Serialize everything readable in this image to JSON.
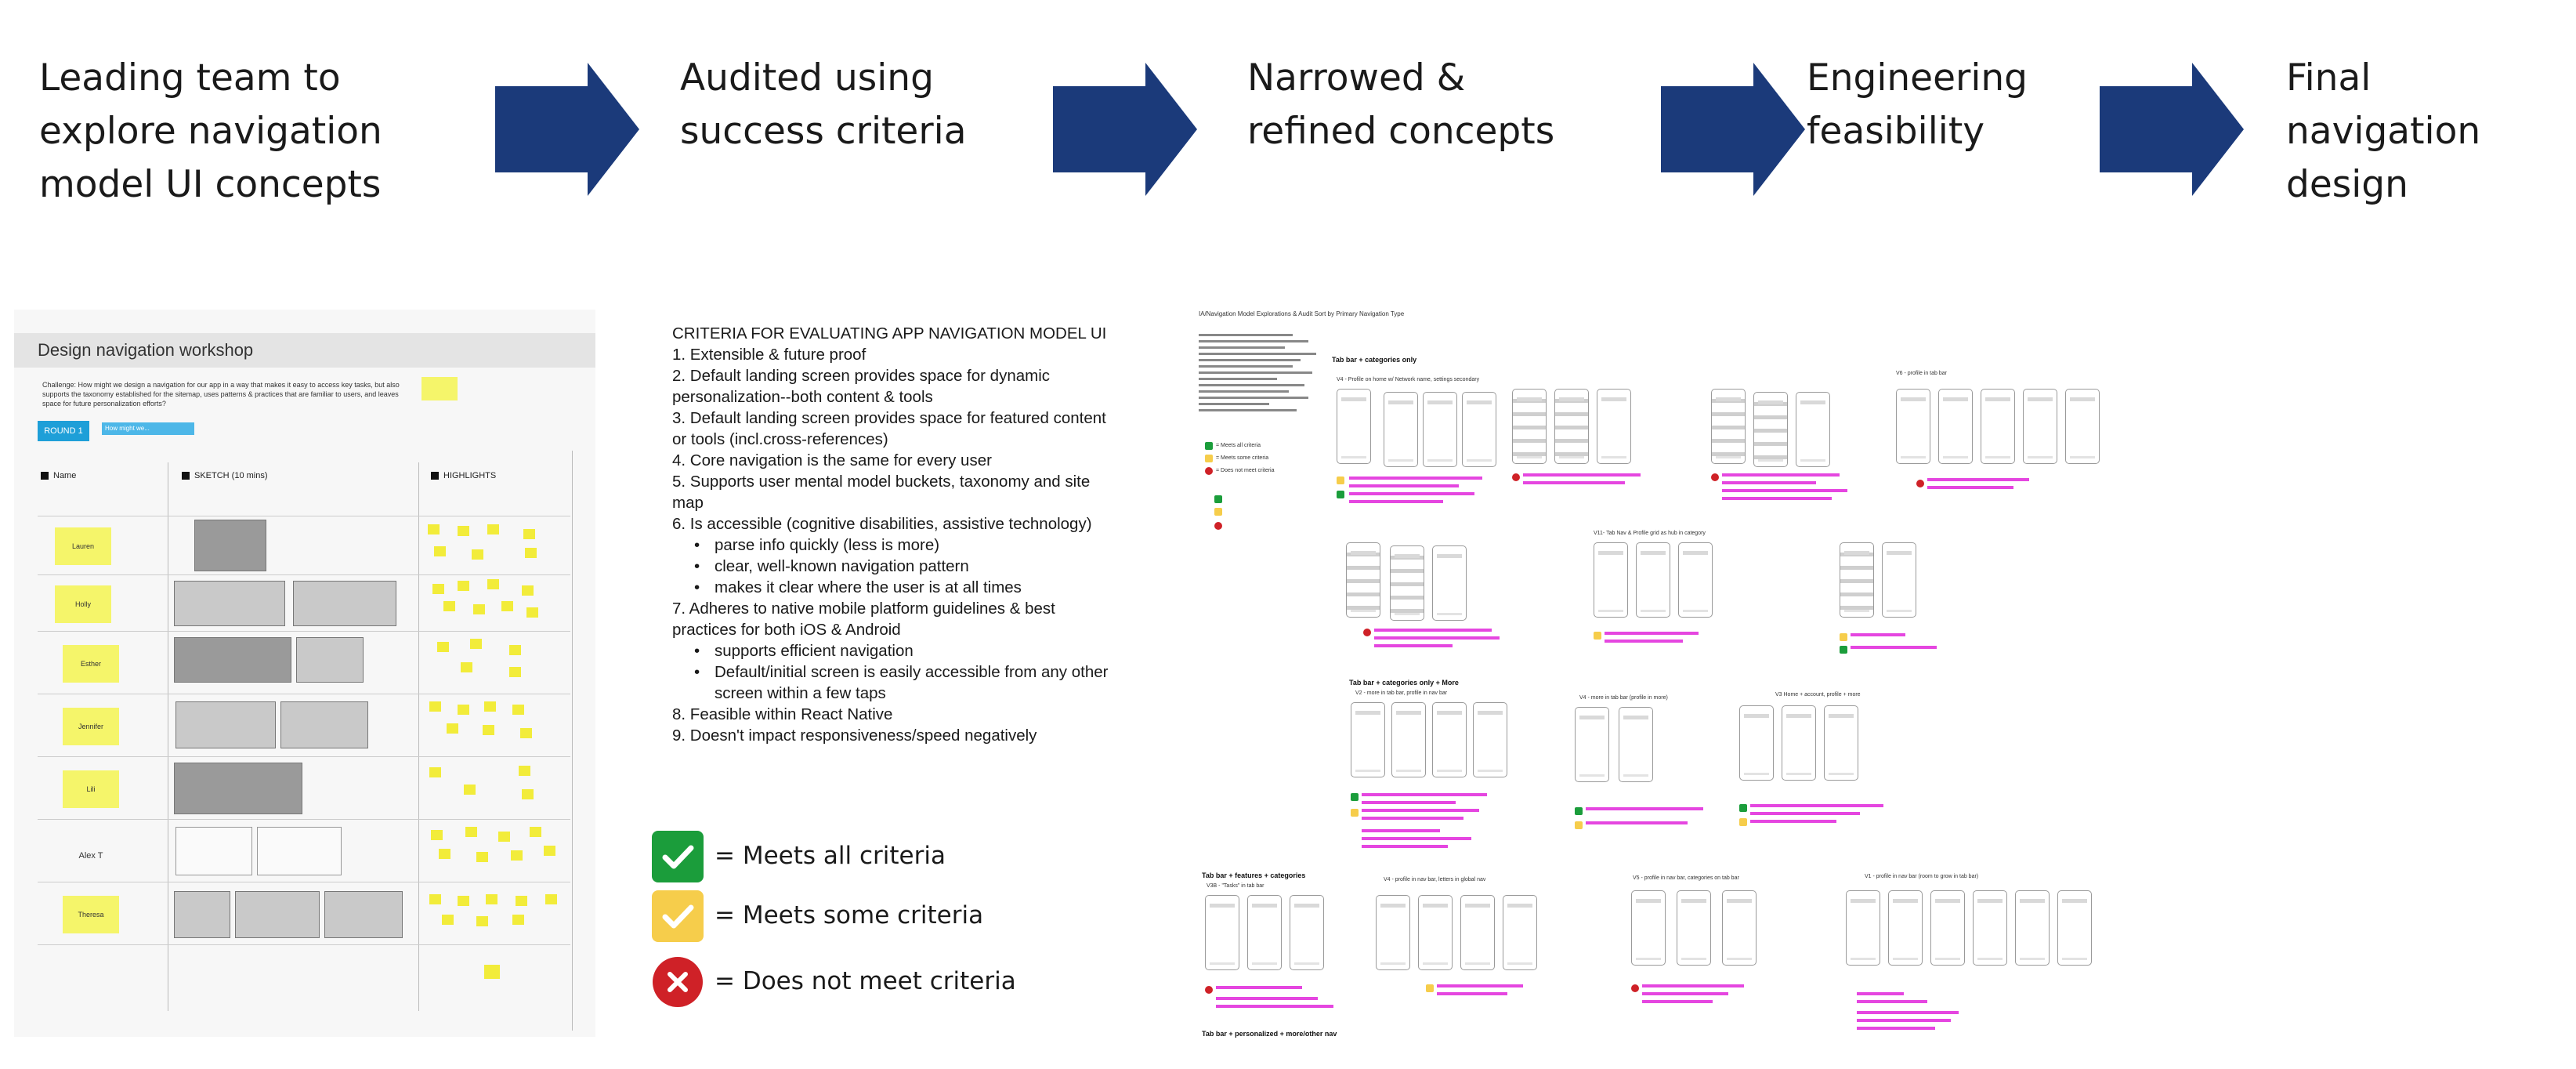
{
  "process_steps": [
    {
      "text": "Leading team to\nexplore navigation\nmodel UI concepts"
    },
    {
      "text": "Audited using\nsuccess criteria"
    },
    {
      "text": "Narrowed &\nrefined concepts"
    },
    {
      "text": "Engineering\nfeasibility"
    },
    {
      "text": "Final navigation\ndesign"
    }
  ],
  "colors": {
    "arrow": "#1b3a7a",
    "meets_all": "#1b9d3b",
    "meets_some": "#f6cd4b",
    "does_not_meet": "#cf2127",
    "sticky_note": "#f5f56a",
    "round_tag": "#1e9fd8",
    "annotation_text": "#e546e0"
  },
  "workshop": {
    "title": "Design navigation workshop",
    "challenge": "Challenge: How might we design a navigation for our app in a way that makes it easy to access key tasks, but also supports the taxonomy established for the sitemap, uses patterns & practices that are familiar to users, and leaves space for future personalization efforts?",
    "round_label": "ROUND 1",
    "hmw_label": "How might we...",
    "columns": [
      {
        "num": "1",
        "label": "Name"
      },
      {
        "num": "2",
        "label": "SKETCH (10 mins)"
      },
      {
        "num": "3",
        "label": "HIGHLIGHTS"
      }
    ],
    "participants": [
      "Lauren",
      "Holly",
      "Esther",
      "Jennifer",
      "Lili",
      "Alex T",
      "Theresa"
    ]
  },
  "criteria": {
    "title": "CRITERIA FOR EVALUATING APP NAVIGATION MODEL UI",
    "items": [
      {
        "text": "1. Extensible & future proof",
        "subs": []
      },
      {
        "text": "2. Default landing screen provides space for dynamic personalization--both content & tools",
        "subs": []
      },
      {
        "text": "3. Default landing screen provides space for featured content or tools (incl.cross-references)",
        "subs": []
      },
      {
        "text": "4. Core navigation is the same for every user",
        "subs": []
      },
      {
        "text": "5. Supports user mental model buckets, taxonomy and site map",
        "subs": []
      },
      {
        "text": "6. Is accessible (cognitive disabilities, assistive technology)",
        "subs": [
          "parse info quickly (less is more)",
          "clear, well-known navigation pattern",
          "makes it clear where the user is at all times"
        ]
      },
      {
        "text": "7. Adheres to native mobile platform guidelines & best practices for both iOS & Android",
        "subs": [
          "supports efficient navigation",
          "Default/initial screen is easily accessible from any other screen within a few taps"
        ]
      },
      {
        "text": "8. Feasible within React Native",
        "subs": []
      },
      {
        "text": "9. Doesn't impact responsiveness/speed negatively",
        "subs": []
      }
    ]
  },
  "legend": [
    {
      "icon": "check",
      "label": "= Meets all criteria"
    },
    {
      "icon": "check",
      "label": "= Meets some criteria"
    },
    {
      "icon": "x",
      "label": "= Does not meet criteria"
    }
  ],
  "audit_board": {
    "title": "IA/Navigation Model Explorations & Audit Sort by Primary Navigation Type",
    "mini_legend": [
      "= Meets all criteria",
      "= Meets some criteria",
      "= Does not meet criteria"
    ],
    "sections": [
      {
        "heading": "Tab bar + categories only",
        "concepts": [
          "V4 - Profile on home w/ Network name, settings secondary",
          "V6 - profile in tab bar",
          "V11- Tab Nav & Profile grid as hub in category"
        ]
      },
      {
        "heading": "Tab bar + categories only + More",
        "concepts": [
          "V2 - more in tab bar, profile in nav bar",
          "V4 - more in tab bar (profile in more)",
          "V3 Home + account, profile + more"
        ]
      },
      {
        "heading": "Tab bar + features + categories",
        "concepts": [
          "V3B - \"Tasks\" in tab bar",
          "V4 - profile in nav bar, letters in global nav",
          "V5 - profile in nav bar, categories on tab bar",
          "V1 - profile in nav bar (room to grow in tab bar)"
        ]
      },
      {
        "heading": "Tab bar + personalized + more/other nav",
        "concepts": []
      }
    ]
  }
}
